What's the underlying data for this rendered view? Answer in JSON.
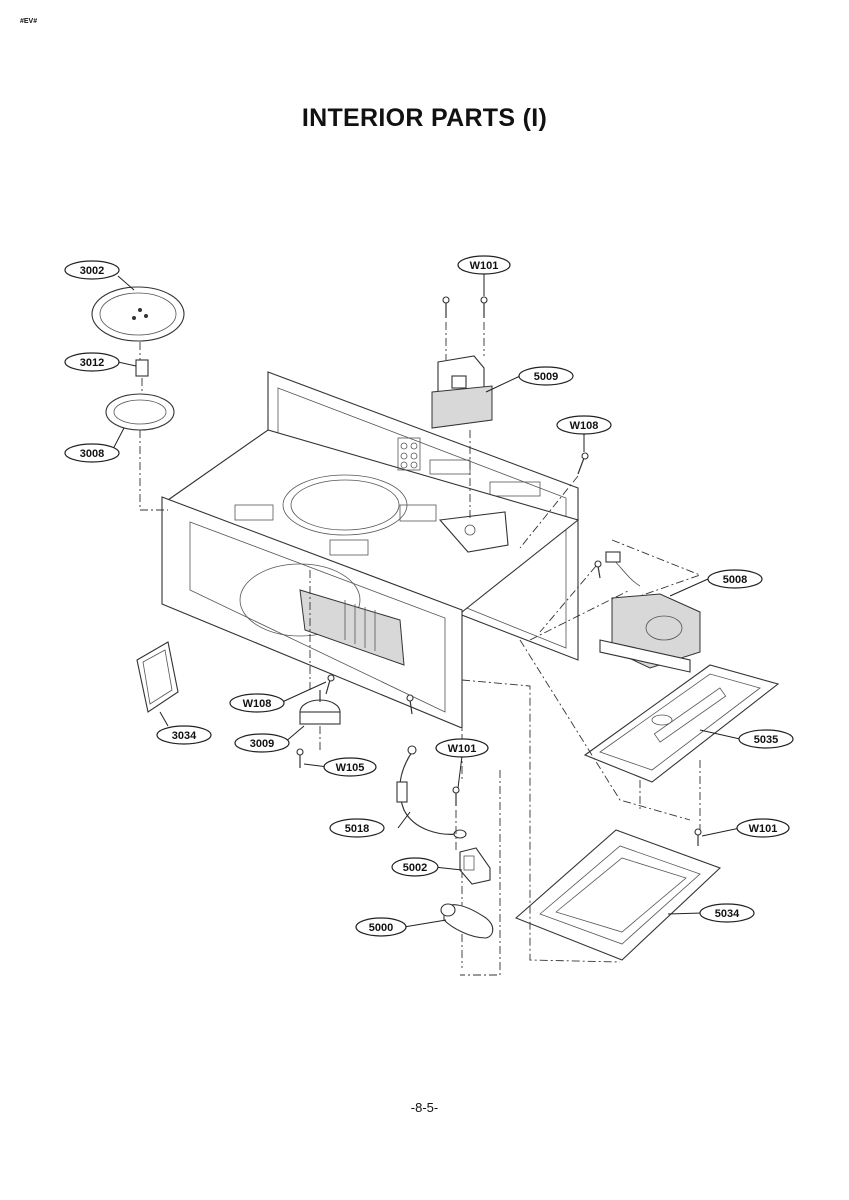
{
  "header": {
    "corner_tag": "#EV#",
    "title": "INTERIOR PARTS (I)"
  },
  "footer": {
    "page_number": "-8-5-"
  },
  "callouts": {
    "c3002": "3002",
    "c3012": "3012",
    "c3008": "3008",
    "cW101a": "W101",
    "c5009": "5009",
    "cW108a": "W108",
    "c5008": "5008",
    "c3034": "3034",
    "cW108b": "W108",
    "c3009": "3009",
    "cW105": "W105",
    "cW101b": "W101",
    "c5018": "5018",
    "c5002": "5002",
    "c5000": "5000",
    "c5035": "5035",
    "cW101c": "W101",
    "c5034": "5034"
  }
}
